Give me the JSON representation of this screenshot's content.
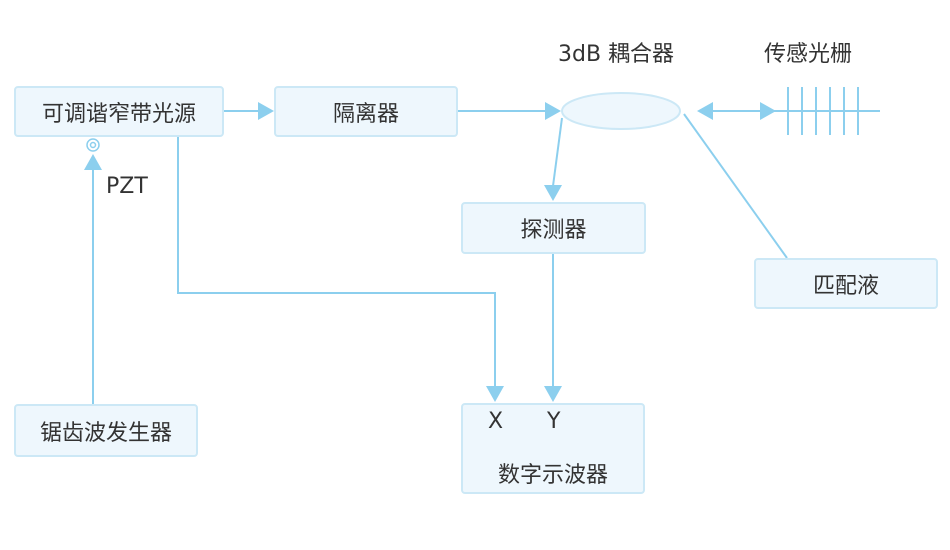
{
  "nodes": {
    "laser": "可调谐窄带光源",
    "isolator": "隔离器",
    "coupler": "3dB 耦合器",
    "grating": "传感光栅",
    "detector": "探测器",
    "matching": "匹配液",
    "generator": "锯齿波发生器",
    "oscilloscope": "数字示波器"
  },
  "labels": {
    "pzt": "PZT",
    "x": "X",
    "y": "Y"
  },
  "colors": {
    "line": "#8ccfee",
    "box_fill": "#eef7fd",
    "box_border": "#cce8f6"
  }
}
